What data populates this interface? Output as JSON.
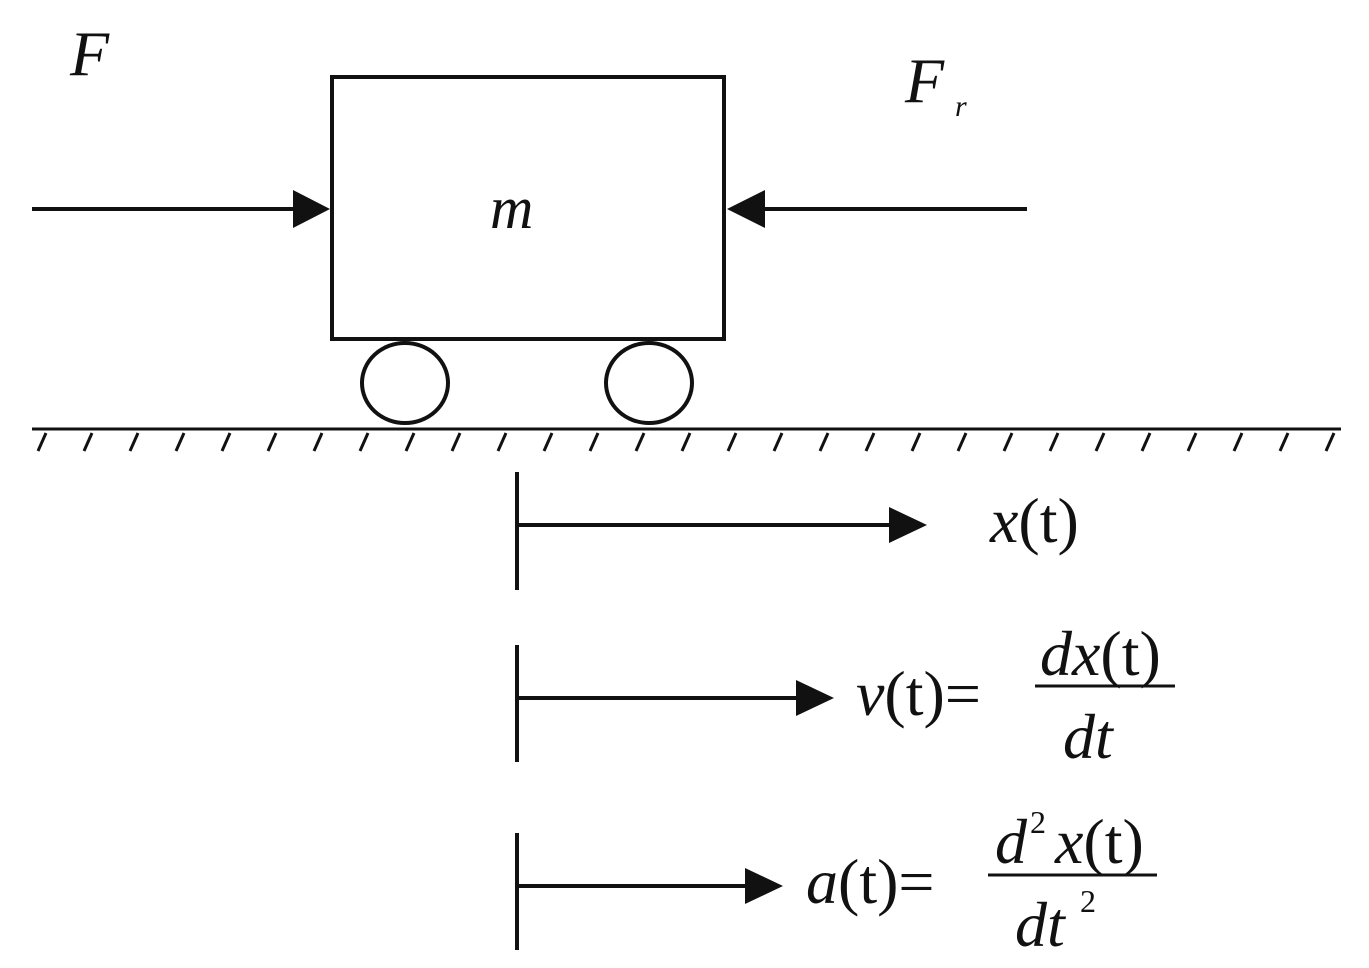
{
  "labels": {
    "force": "F",
    "friction_force_symbol": "F",
    "friction_force_sub": "r",
    "mass": "m",
    "position": {
      "var": "x",
      "arg": "(t)"
    },
    "velocity": {
      "lhs_var": "v",
      "lhs_arg": "(t)",
      "equals": "=",
      "num_d": "d",
      "num_var": "x",
      "num_arg": "(t)",
      "den": "dt"
    },
    "acceleration": {
      "lhs_var": "a",
      "lhs_arg": "(t)",
      "equals": "=",
      "num_d": "d",
      "num_exp": "2",
      "num_var": "x",
      "num_arg": "(t)",
      "den": "dt",
      "den_exp": "2"
    }
  },
  "colors": {
    "stroke": "#111111",
    "background": "#ffffff"
  }
}
